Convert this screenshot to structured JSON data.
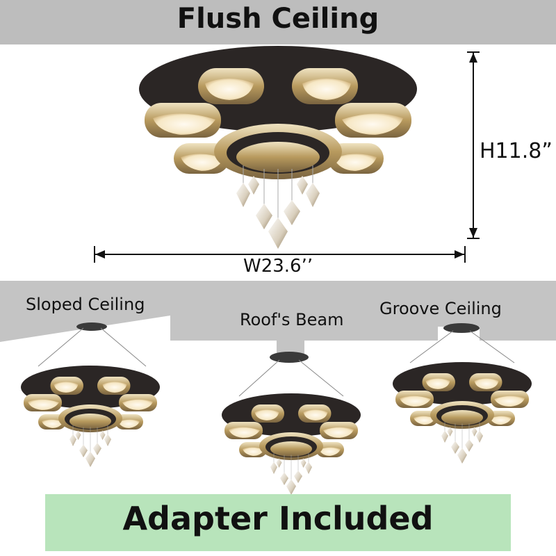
{
  "title": "Flush Ceiling",
  "dimensions": {
    "height_label": "H11.8”",
    "width_label": "W23.6’’"
  },
  "ceiling_types": {
    "sloped": "Sloped Ceiling",
    "beam": "Roof's Beam",
    "groove": "Groove Ceiling"
  },
  "footer": {
    "label": "Adapter Included"
  },
  "colors": {
    "title_band": "#bdbdbd",
    "ceiling_gray": "#c4c4c4",
    "footer_green": "#b8e4bb",
    "lamp_base": "#2b2625",
    "crystal": "#d8c9a4",
    "glow": "#fff6e0"
  }
}
